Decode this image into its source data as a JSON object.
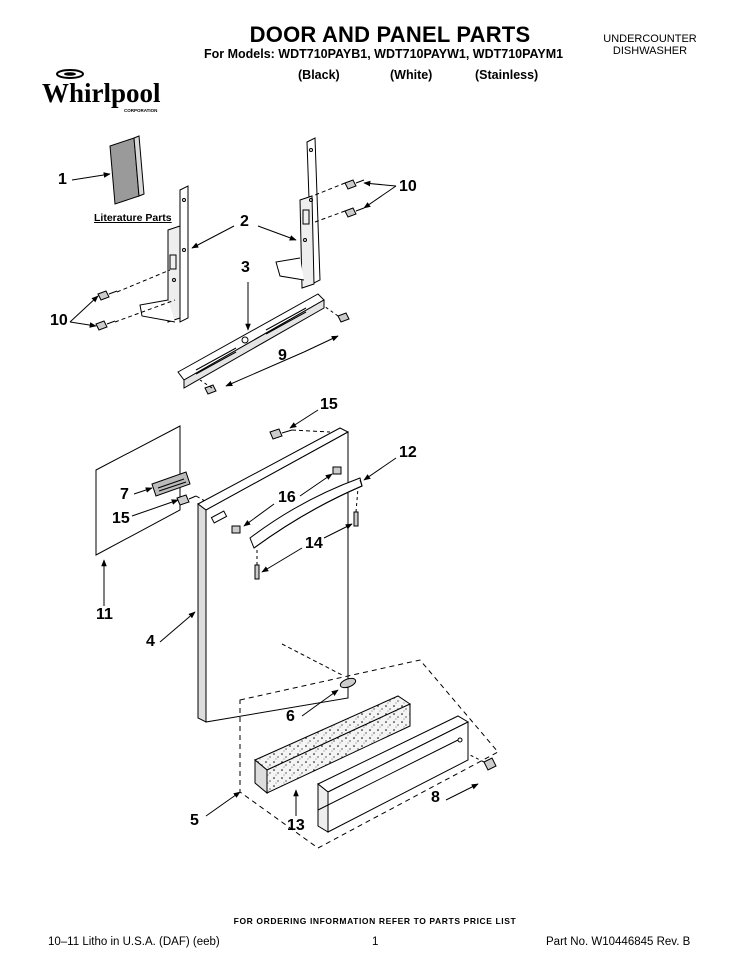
{
  "header": {
    "title": "DOOR AND PANEL PARTS",
    "models": "For Models: WDT710PAYB1, WDT710PAYW1, WDT710PAYM1",
    "color_black": "(Black)",
    "color_white": "(White)",
    "color_stainless": "(Stainless)",
    "type_line1": "UNDERCOUNTER",
    "type_line2": "DISHWASHER"
  },
  "logo": {
    "brand": "Whirlpool",
    "sub": "CORPORATION"
  },
  "diagram": {
    "literature_label": "Literature Parts",
    "callouts": {
      "c1": "1",
      "c2": "2",
      "c3": "3",
      "c4": "4",
      "c5": "5",
      "c6": "6",
      "c7": "7",
      "c8": "8",
      "c9": "9",
      "c10a": "10",
      "c10b": "10",
      "c11": "11",
      "c12": "12",
      "c13": "13",
      "c14": "14",
      "c15a": "15",
      "c15b": "15",
      "c16": "16"
    }
  },
  "footer": {
    "ordering": "FOR ORDERING INFORMATION REFER TO PARTS PRICE LIST",
    "litho": "10–11 Litho in U.S.A. (DAF) (eeb)",
    "page": "1",
    "part_no": "Part No. W10446845 Rev. B"
  }
}
